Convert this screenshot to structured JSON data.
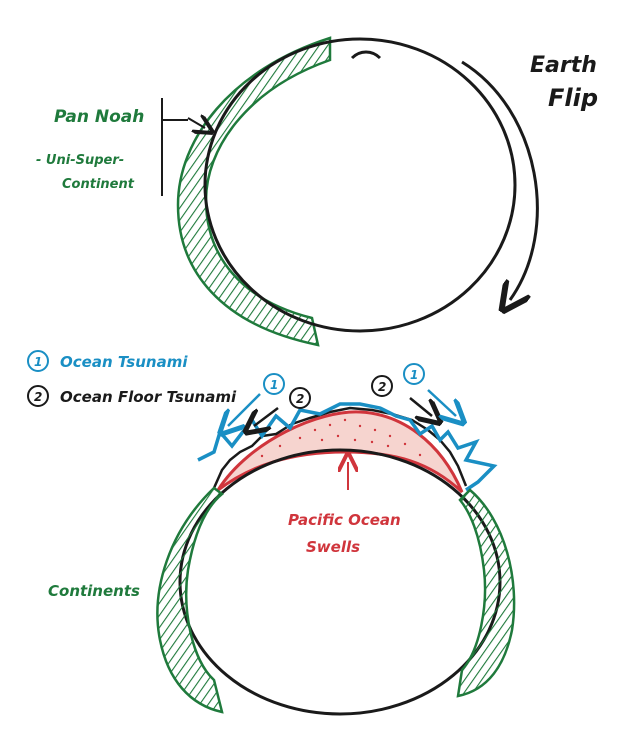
{
  "labels": {
    "earth": "Earth",
    "flip": "Flip",
    "pan_noah": "Pan Noah",
    "uni_super": "- Uni-Super-",
    "continent": "Continent",
    "legend_1_num": "1",
    "legend_1_text": "Ocean Tsunami",
    "legend_2_num": "2",
    "legend_2_text": "Ocean Floor Tsunami",
    "pacific": "Pacific Ocean",
    "swells": "Swells",
    "continents": "Continents",
    "marker_1_left": "1",
    "marker_2_left": "2",
    "marker_2_right": "2",
    "marker_1_right": "1"
  },
  "colors": {
    "ink": "#1a1a1a",
    "continent_green": "#1f7a3c",
    "tsunami_blue": "#1a8fc4",
    "swell_red": "#d0353c",
    "paper": "#ffffff"
  }
}
